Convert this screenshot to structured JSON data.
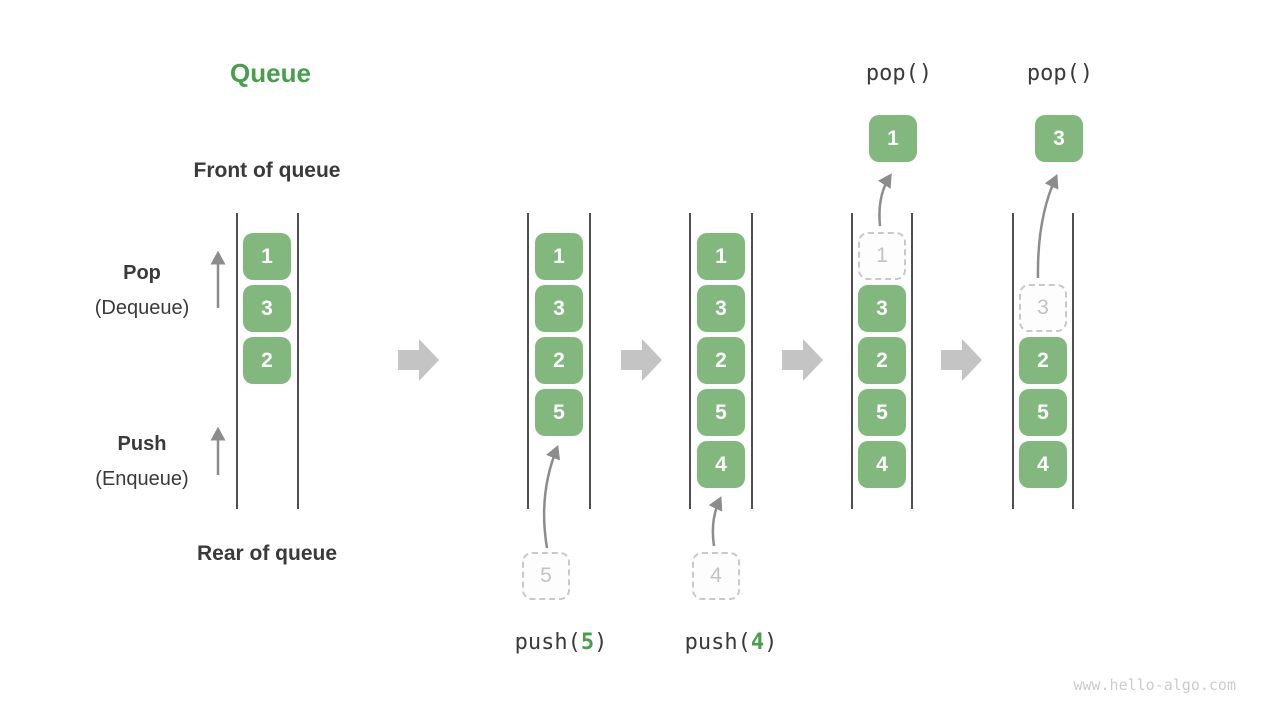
{
  "title": "Queue",
  "watermark": "www.hello-algo.com",
  "labels": {
    "front": "Front of queue",
    "rear": "Rear of queue",
    "pop_op": "Pop",
    "pop_op_sub": "(Dequeue)",
    "push_op": "Push",
    "push_op_sub": "(Enqueue)"
  },
  "colors": {
    "box_green": "#82b87d",
    "accent_green": "#479e4b",
    "text_dark": "#3a3a3a",
    "wall_gray": "#4f4f4f",
    "arrow_gray": "#8c8c8c",
    "block_arrow_gray": "#c4c4c4",
    "ghost_gray": "#c9c9c9"
  },
  "stages": [
    {
      "cells": [
        "1",
        "3",
        "2"
      ]
    },
    {
      "cells": [
        "1",
        "3",
        "2",
        "5"
      ],
      "staged": "5",
      "push": {
        "prefix": "push(",
        "arg": "5",
        "suffix": ")"
      }
    },
    {
      "cells": [
        "1",
        "3",
        "2",
        "5",
        "4"
      ],
      "staged": "4",
      "push": {
        "prefix": "push(",
        "arg": "4",
        "suffix": ")"
      }
    },
    {
      "ghost": "1",
      "cells": [
        "3",
        "2",
        "5",
        "4"
      ],
      "pop": {
        "label": "pop()",
        "value": "1"
      }
    },
    {
      "ghost": "3",
      "cells": [
        "2",
        "5",
        "4"
      ],
      "pop": {
        "label": "pop()",
        "value": "3"
      }
    }
  ]
}
